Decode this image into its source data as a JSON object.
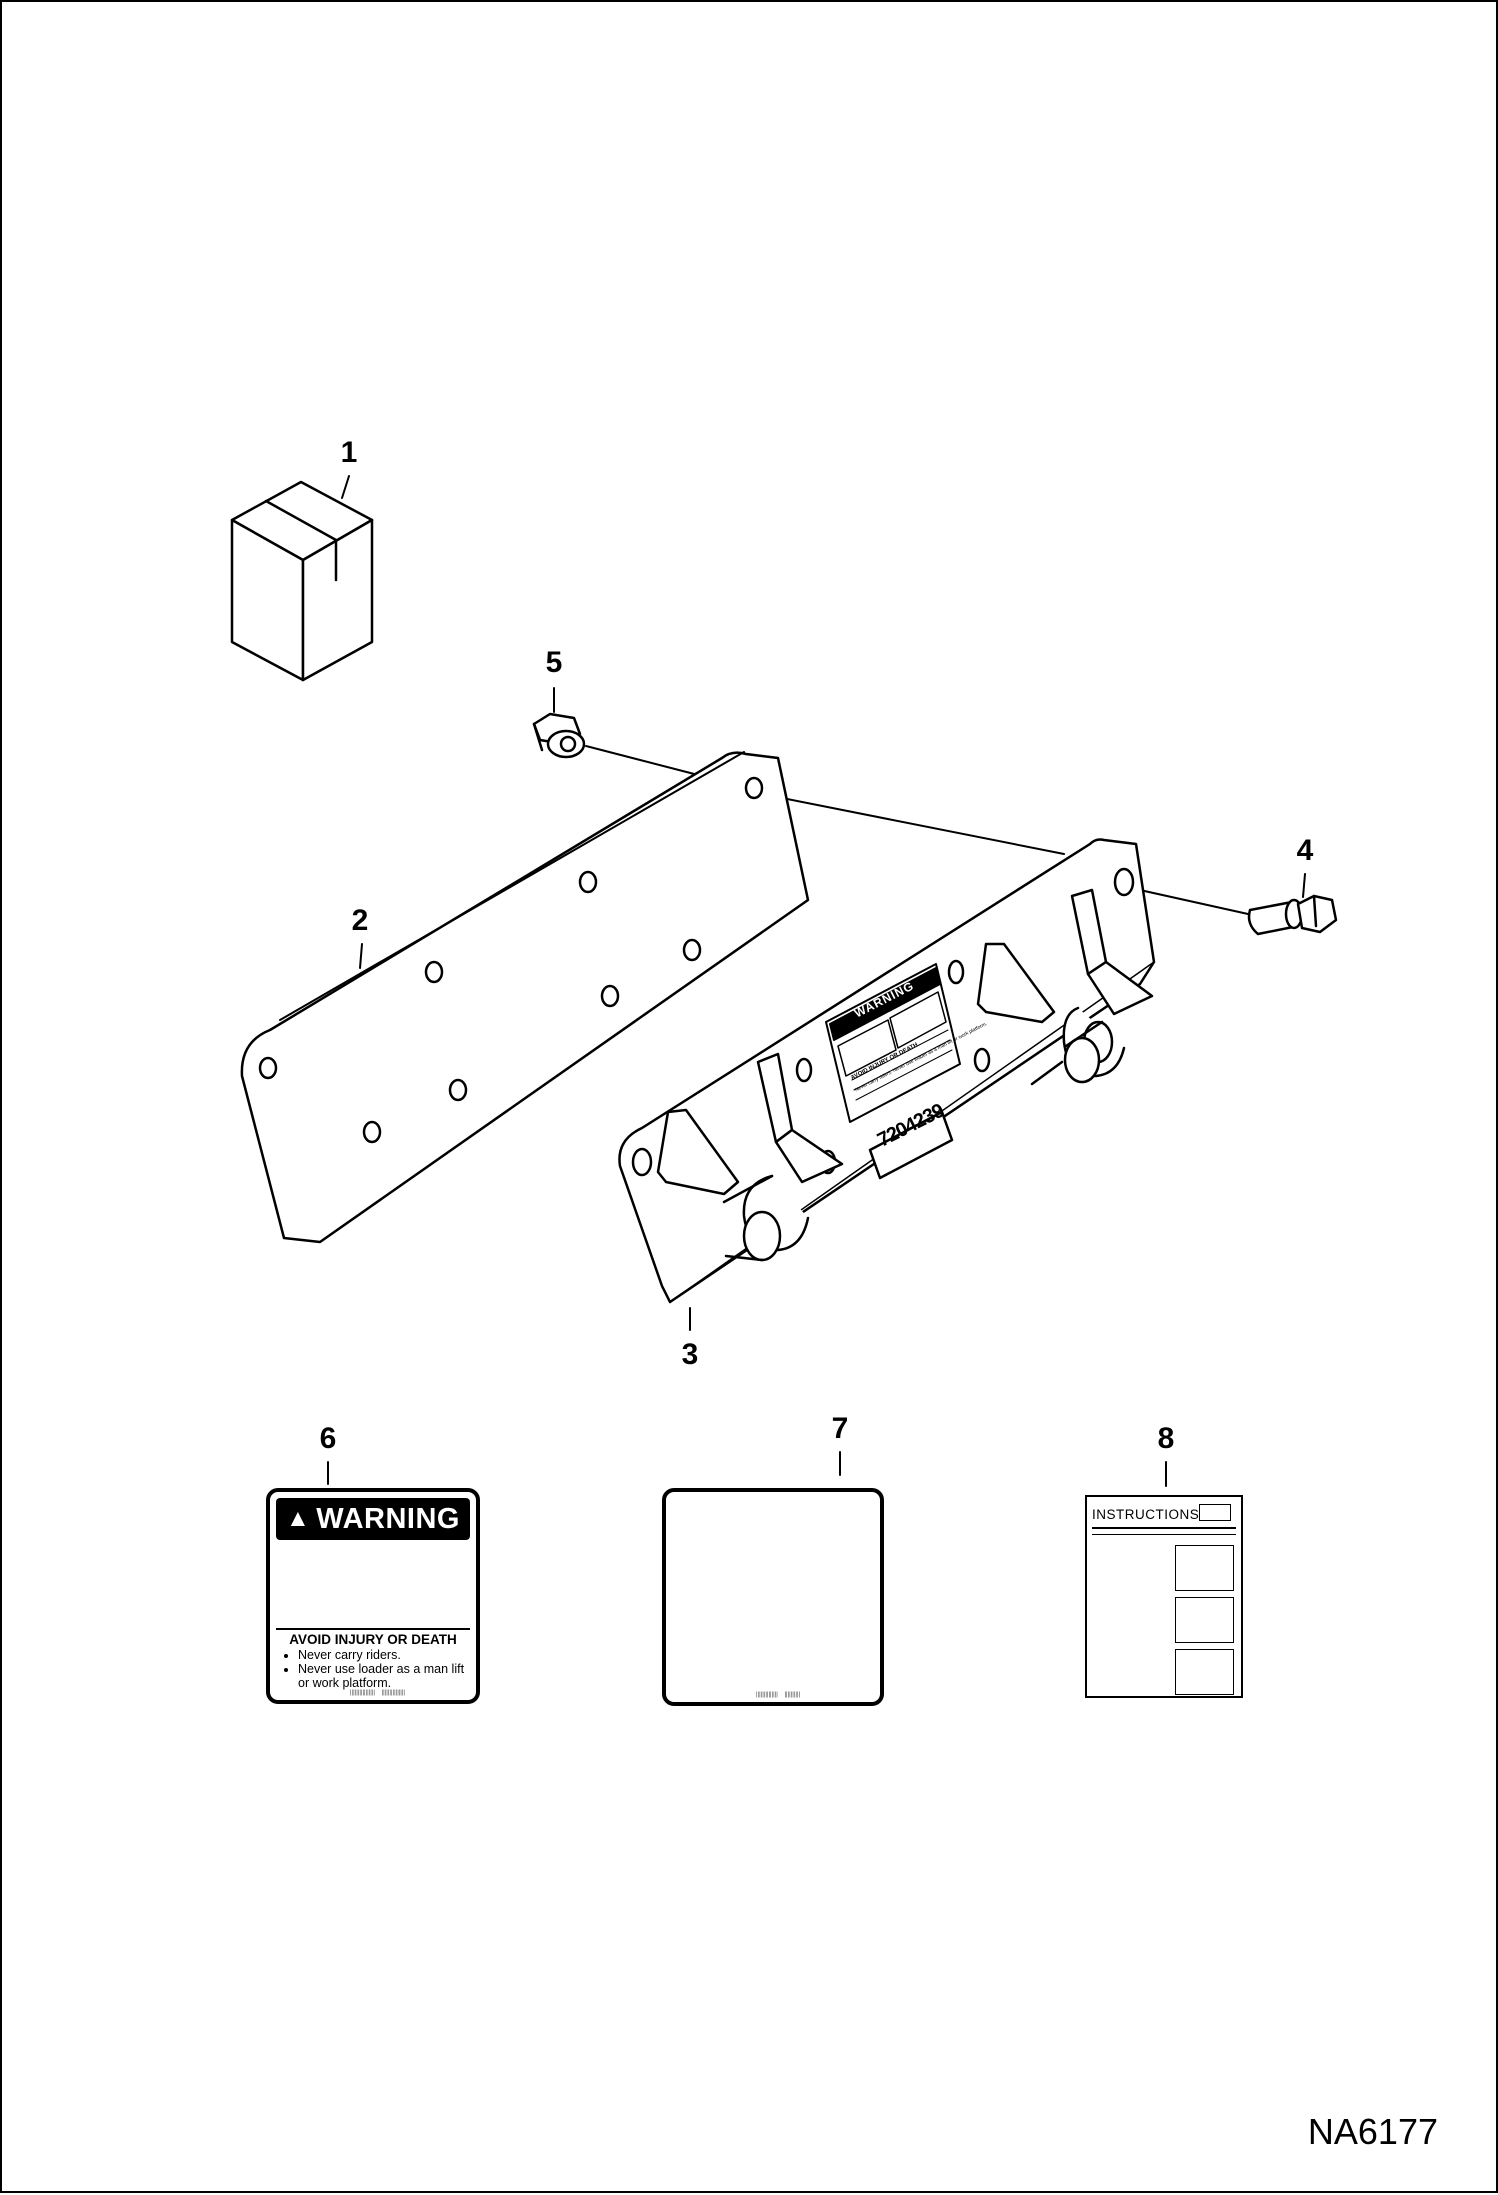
{
  "callouts": [
    "1",
    "2",
    "3",
    "4",
    "5",
    "6",
    "7",
    "8"
  ],
  "plate_label": "7204239",
  "mini_warning": {
    "header": "WARNING",
    "title": "AVOID INJURY OR DEATH",
    "body": "Never carry riders. Never use loader as a man lift or work platform."
  },
  "decal_6": {
    "header": "WARNING",
    "title": "AVOID INJURY OR DEATH",
    "bullets": [
      "Never carry riders.",
      "Never use loader as a man lift or work platform."
    ]
  },
  "manual": {
    "title": "INSTRUCTIONS"
  },
  "drawing_id": "NA6177"
}
